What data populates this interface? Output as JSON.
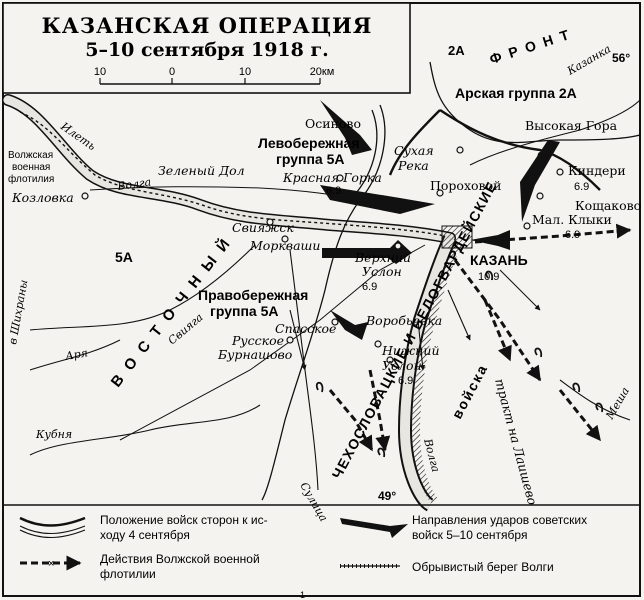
{
  "title": {
    "line1": "КАЗАНСКАЯ ОПЕРАЦИЯ",
    "line2": "5–10 сентября 1918 г."
  },
  "scale": {
    "ticks": [
      "10",
      "0",
      "10",
      "20км"
    ]
  },
  "labels": {
    "front": "Ф Р О Н Т",
    "label_2a_top": "2А",
    "kazanka": "Казанка",
    "arsk_group": "Арская группа 2А",
    "vysokaya_gora": "Высокая Гора",
    "kinderi": "Киндери",
    "kinderi_date": "6.9",
    "koshchakovo": "Кощаково",
    "mal_klyki": "Мал. Клыки",
    "mal_klyki_date": "6.9",
    "sukhaya_reka_1": "Сухая",
    "sukhaya_reka_2": "Река",
    "porokhovoy": "Пороховой",
    "osinovo": "Осиново",
    "left_group_1": "Левобережная",
    "left_group_2": "группа 5А",
    "krasnaya_gorka": "Красная Горка",
    "krasnaya_gorka_date": "6.9",
    "zeleny_dol": "Зеленый Дол",
    "volga_top": "Волга",
    "ilet": "Илеть",
    "flotilla_1": "Волжская",
    "flotilla_2": "военная",
    "flotilla_3": "флотилия",
    "kozlovka": "Козловка",
    "label_5a": "5А",
    "sviyazhsk": "Свияжск",
    "morkvashi": "Моркваши",
    "verkhny_uslon_1": "Верхний",
    "verkhny_uslon_2": "Услон",
    "verkhny_uslon_date": "6.9",
    "kazan": "КАЗАНЬ",
    "kazan_date": "10.9",
    "right_group_1": "Правобережная",
    "right_group_2": "группа 5А",
    "spasskoe": "Спасское",
    "russkoe_1": "Русское",
    "russkoe_2": "Бурнашово",
    "vorobyevka": "Воробьевка",
    "nizhny_uslon_1": "Нижний",
    "nizhny_uslon_2": "Услон",
    "nizhny_uslon_date": "6.9",
    "shikhrany": "в Шихраны",
    "sviyaga": "Свияга",
    "arya": "Аря",
    "kubnya": "Кубня",
    "sulitsa": "Сулица",
    "volga_bottom": "Волга",
    "mesha": "Меша",
    "trakt": "тракт на Лаишево",
    "eastern_front_word": "В О С Т О Ч Н Ы Й",
    "whiteguard": "ЧЕХОСЛОВАЦКИЕ И БЕЛОГВАРДЕЙСКИЕ",
    "voyska": "войска",
    "label_49": "49°",
    "label_56": "56°",
    "tick_1": "1"
  },
  "legend": {
    "position_text_1": "Положение войск сторон к ис-",
    "position_text_2": "ходу 4 сентября",
    "strikes_text_1": "Направления ударов советских",
    "strikes_text_2": "войск 5–10 сентября",
    "flotilla_text_1": "Действия Волжской военной",
    "flotilla_text_2": "флотилии",
    "bank_text": "Обрывистый берег Волги"
  },
  "colors": {
    "ink": "#111111",
    "paper": "#f4f3ef",
    "river": "#e8e6e0"
  }
}
